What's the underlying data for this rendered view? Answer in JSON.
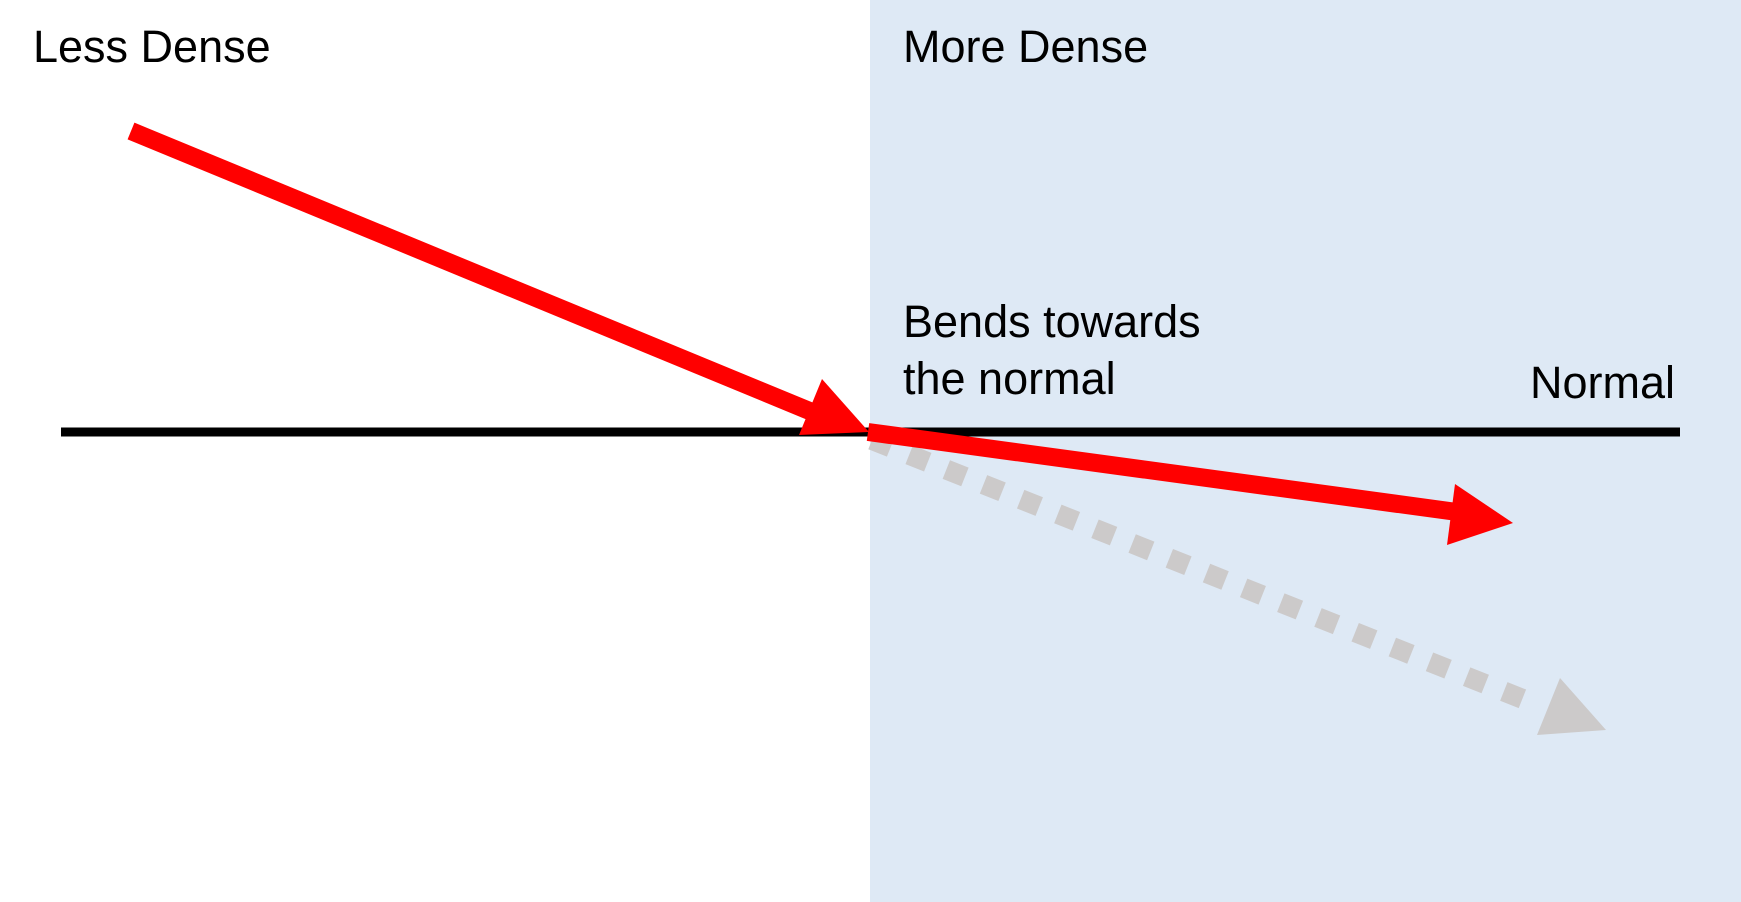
{
  "labels": {
    "left_region": "Less Dense",
    "right_region": "More Dense",
    "annotation_line1": "Bends towards",
    "annotation_line2": "the normal",
    "normal": "Normal"
  },
  "colors": {
    "background_left": "#ffffff",
    "background_right": "#dee9f5",
    "incident_ray": "#ff0000",
    "refracted_ray": "#ff0000",
    "undeviated_path": "#cccaca",
    "normal_line": "#000000",
    "text": "#000000"
  },
  "icons": {
    "incident_arrow": "arrow-icon",
    "refracted_arrow": "arrow-icon",
    "undeviated_arrow": "dotted-arrow-icon"
  }
}
